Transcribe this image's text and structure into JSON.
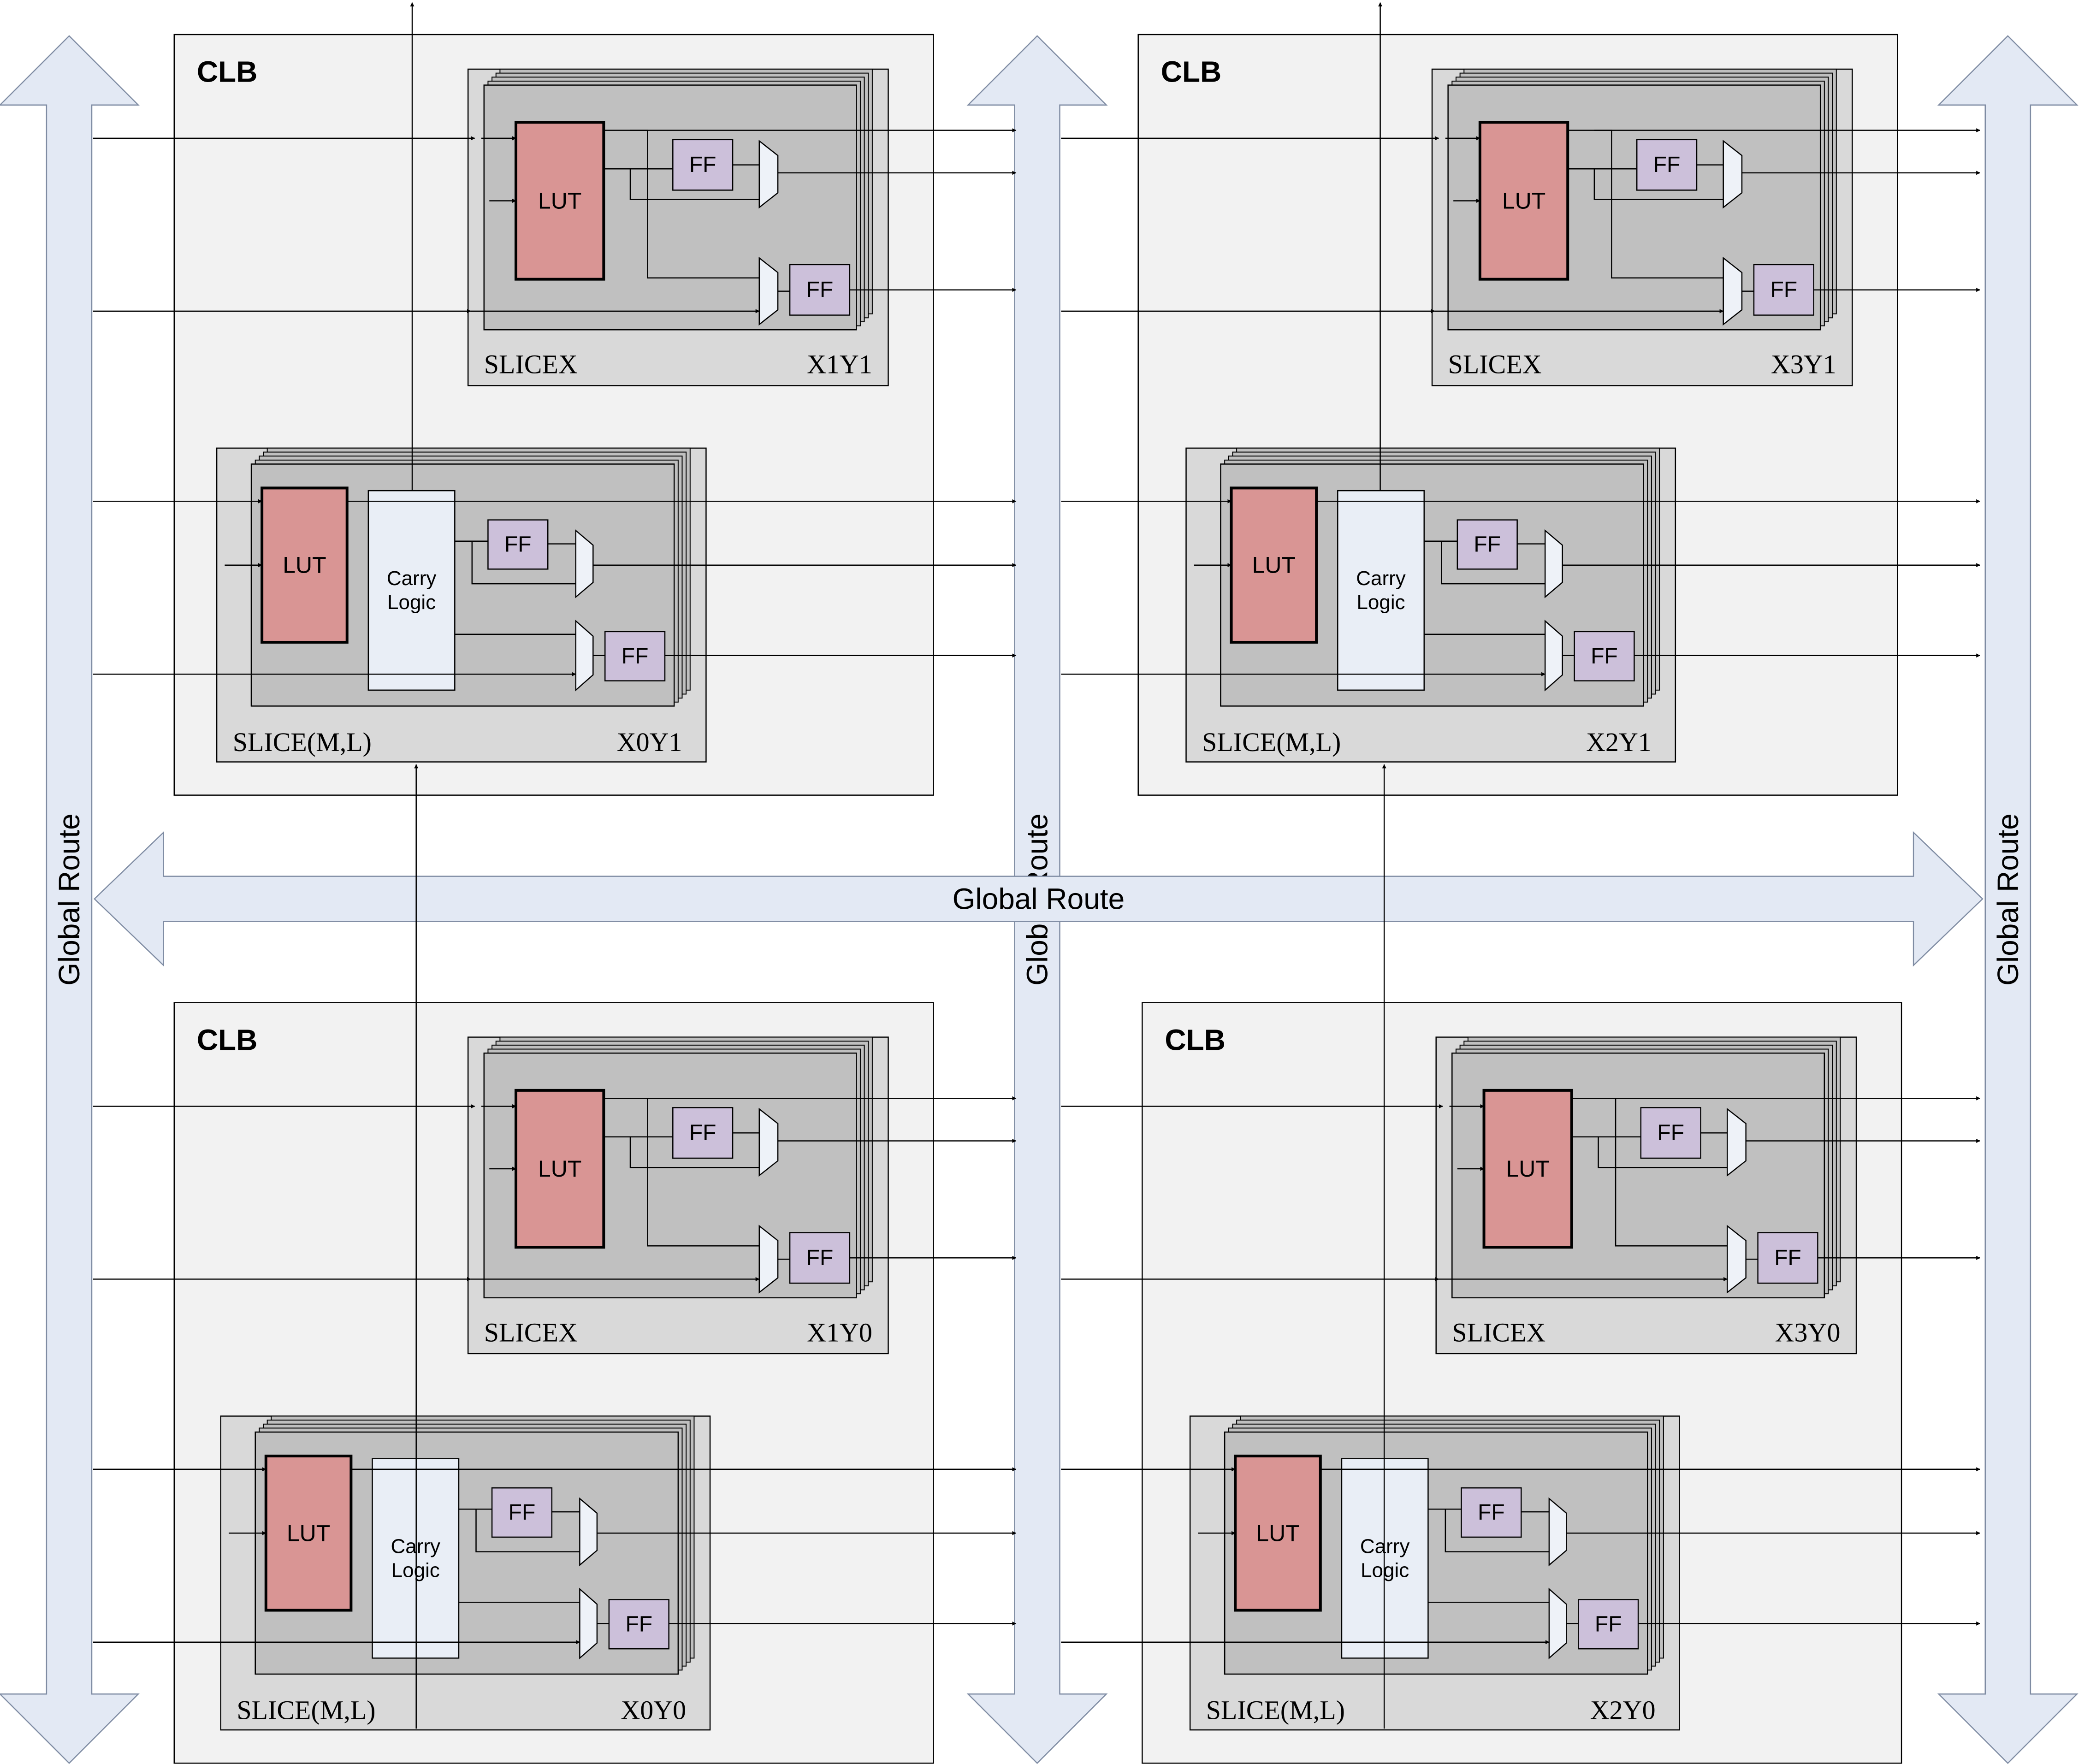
{
  "labels": {
    "clb": "CLB",
    "lut": "LUT",
    "ff": "FF",
    "carry_line1": "Carry",
    "carry_line2": "Logic",
    "slicex": "SLICEX",
    "slice_ml": "SLICE(M,L)",
    "global_route": "Global Route"
  },
  "clbs": [
    {
      "name": "clb-top-left",
      "slicex_coord": "X1Y1",
      "slice_ml_coord": "X0Y1"
    },
    {
      "name": "clb-top-right",
      "slicex_coord": "X3Y1",
      "slice_ml_coord": "X2Y1"
    },
    {
      "name": "clb-bottom-left",
      "slicex_coord": "X1Y0",
      "slice_ml_coord": "X0Y0"
    },
    {
      "name": "clb-bottom-right",
      "slicex_coord": "X3Y0",
      "slice_ml_coord": "X2Y0"
    }
  ],
  "colors": {
    "clb_fill": "#f2f2f2",
    "slice_outer_fill": "#d9d9d9",
    "slice_inner_fill": "#c0c0c0",
    "lut_fill": "#d99594",
    "ff_fill": "#ccc0da",
    "carry_fill": "#e9eef6",
    "mux_fill": "#eef2f8",
    "route_fill": "#e3e9f4",
    "route_stroke": "#7f8ca3",
    "line": "#000000"
  }
}
